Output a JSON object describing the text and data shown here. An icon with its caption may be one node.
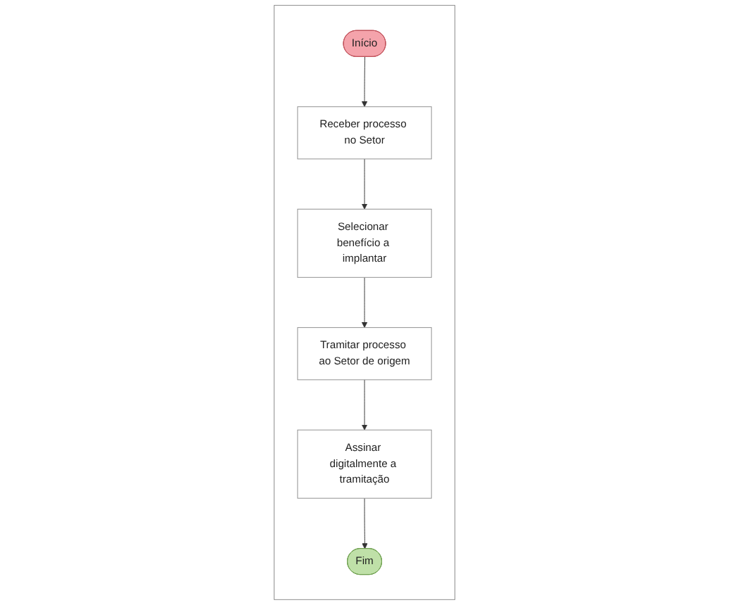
{
  "diagram": {
    "nodes": [
      {
        "text": [],
        "shape": "box"
      },
      {
        "text": [
          "Início"
        ],
        "in": 0
      },
      {
        "text": [
          "Receber processo no Setor"
        ],
        "in": 0
      },
      {
        "text": [
          "Selecionar benefício a implantar"
        ],
        "in": 0
      },
      {
        "text": [
          "Tramitar processo ao Setor de origem"
        ],
        "in": 0
      },
      {
        "text": [
          "Assinar digitalmente a tramitação"
        ],
        "in": 0
      },
      {
        "text": [
          "Fim"
        ],
        "in": 0
      }
    ],
    "edges": [
      {
        "from": 1,
        "to": 2,
        "arrow": "to"
      },
      {
        "from": 2,
        "to": 3,
        "arrow": "to"
      },
      {
        "from": 3,
        "to": 4,
        "arrow": "to"
      },
      {
        "from": 4,
        "to": 5,
        "arrow": "to"
      },
      {
        "from": 5,
        "to": 6,
        "arrow": "to"
      }
    ]
  }
}
